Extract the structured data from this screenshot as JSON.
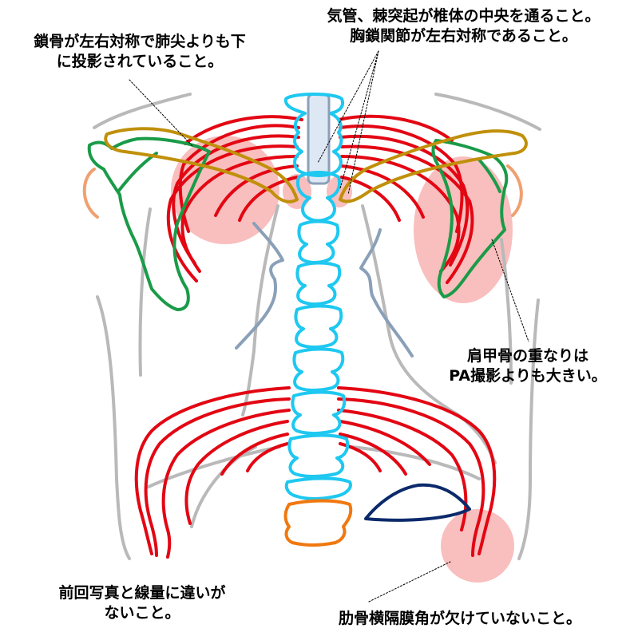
{
  "annotations": {
    "trachea_spine": {
      "line1": "気管、棘突起が椎体の中央を通ること。",
      "line2": "胸鎖関節が左右対称であること。"
    },
    "clavicle": {
      "line1": "鎖骨が左右対称で肺尖よりも下",
      "line2": "に投影されていること。"
    },
    "scapula": {
      "line1": "肩甲骨の重なりは",
      "line2": "PA撮影よりも大きい。"
    },
    "dose": {
      "line1": "前回写真と線量に違いが",
      "line2": "ないこと。"
    },
    "costophrenic": {
      "line1": "肋骨横隔膜角が欠けていないこと。"
    }
  },
  "colors": {
    "ribs": "#e30613",
    "spine": "#1ec8f0",
    "clavicle": "#c0900a",
    "scapula": "#1a9b48",
    "body_outline": "#b9b9b9",
    "vessels": "#8aa0b8",
    "stomach_bubble": "#0b2a6b",
    "sacral_vertebra": "#f07810",
    "shoulder": "#f0a070",
    "highlight": "#f7a8a8"
  }
}
